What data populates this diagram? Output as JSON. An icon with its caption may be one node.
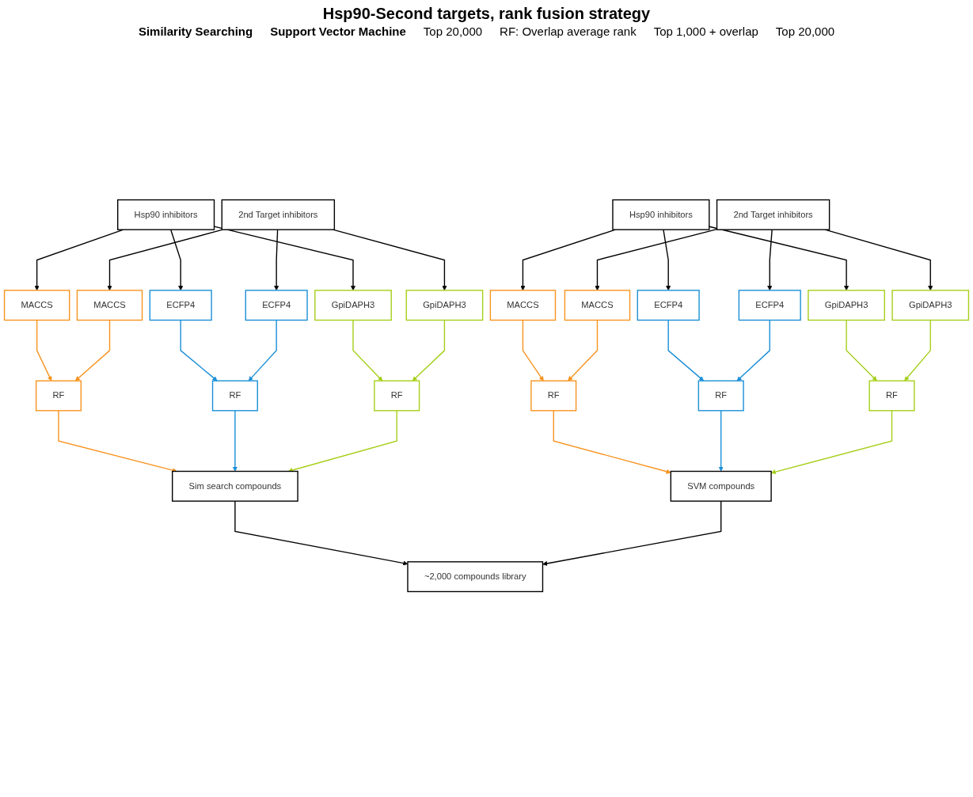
{
  "diagram": {
    "title": "Hsp90-Second targets, rank fusion strategy",
    "nodes": [
      {
        "text": [
          "Hsp90 inhibitors"
        ]
      },
      {
        "text": [
          "2nd Target inhibitors"
        ]
      },
      {
        "text": [
          "MACCS"
        ]
      },
      {
        "text": [
          "ECFP4"
        ]
      },
      {
        "text": [
          "GpiDAPH3"
        ]
      },
      {
        "text": [
          "MACCS"
        ]
      },
      {
        "text": [
          "ECFP4"
        ]
      },
      {
        "text": [
          "GpiDAPH3"
        ]
      },
      {
        "text": [
          "RF"
        ]
      },
      {
        "text": [
          "RF"
        ]
      },
      {
        "text": [
          "RF"
        ]
      },
      {
        "text": [
          "Sim search compounds"
        ]
      },
      {
        "text": [
          "Hsp90 inhibitors"
        ]
      },
      {
        "text": [
          "2nd Target inhibitors"
        ]
      },
      {
        "text": [
          "MACCS"
        ]
      },
      {
        "text": [
          "ECFP4"
        ]
      },
      {
        "text": [
          "GpiDAPH3"
        ]
      },
      {
        "text": [
          "MACCS"
        ]
      },
      {
        "text": [
          "ECFP4"
        ]
      },
      {
        "text": [
          "GpiDAPH3"
        ]
      },
      {
        "text": [
          "RF"
        ]
      },
      {
        "text": [
          "RF"
        ]
      },
      {
        "text": [
          "RF"
        ]
      },
      {
        "text": [
          "SVM compounds"
        ]
      },
      {
        "text": [
          "~2,000 compounds library"
        ]
      }
    ],
    "edges": [
      {
        "from": 0,
        "to": 2,
        "arrow": "to"
      },
      {
        "from": 0,
        "to": 3,
        "arrow": "to"
      },
      {
        "from": 0,
        "to": 4,
        "arrow": "to"
      },
      {
        "from": 1,
        "to": 5,
        "arrow": "to"
      },
      {
        "from": 1,
        "to": 6,
        "arrow": "to"
      },
      {
        "from": 1,
        "to": 7,
        "arrow": "to"
      },
      {
        "from": 2,
        "to": 8,
        "arrow": "to",
        "color": "#f7931e"
      },
      {
        "from": 5,
        "to": 8,
        "arrow": "to",
        "color": "#f7931e"
      },
      {
        "from": 3,
        "to": 9,
        "arrow": "to",
        "color": "#1a8fd6"
      },
      {
        "from": 6,
        "to": 9,
        "arrow": "to",
        "color": "#1a8fd6"
      },
      {
        "from": 4,
        "to": 10,
        "arrow": "to",
        "color": "#a5cf19"
      },
      {
        "from": 7,
        "to": 10,
        "arrow": "to",
        "color": "#a5cf19"
      },
      {
        "from": 8,
        "to": 11,
        "arrow": "to",
        "color": "#f7931e"
      },
      {
        "from": 9,
        "to": 11,
        "arrow": "to",
        "color": "#1a8fd6"
      },
      {
        "from": 10,
        "to": 11,
        "arrow": "to",
        "color": "#a5cf19"
      },
      {
        "from": 12,
        "to": 14,
        "arrow": "to"
      },
      {
        "from": 12,
        "to": 15,
        "arrow": "to"
      },
      {
        "from": 12,
        "to": 16,
        "arrow": "to"
      },
      {
        "from": 13,
        "to": 17,
        "arrow": "to"
      },
      {
        "from": 13,
        "to": 18,
        "arrow": "to"
      },
      {
        "from": 13,
        "to": 19,
        "arrow": "to"
      },
      {
        "from": 14,
        "to": 20,
        "arrow": "to",
        "color": "#f7931e"
      },
      {
        "from": 17,
        "to": 20,
        "arrow": "to",
        "color": "#f7931e"
      },
      {
        "from": 15,
        "to": 21,
        "arrow": "to",
        "color": "#1a8fd6"
      },
      {
        "from": 18,
        "to": 21,
        "arrow": "to",
        "color": "#1a8fd6"
      },
      {
        "from": 16,
        "to": 22,
        "arrow": "to",
        "color": "#a5cf19"
      },
      {
        "from": 19,
        "to": 22,
        "arrow": "to",
        "color": "#a5cf19"
      },
      {
        "from": 20,
        "to": 23,
        "arrow": "to",
        "color": "#f7931e"
      },
      {
        "from": 21,
        "to": 23,
        "arrow": "to",
        "color": "#1a8fd6"
      },
      {
        "from": 22,
        "to": 23,
        "arrow": "to",
        "color": "#a5cf19"
      },
      {
        "from": 11,
        "to": 24,
        "arrow": "to"
      },
      {
        "from": 23,
        "to": 24,
        "arrow": "to"
      }
    ],
    "labels": [
      "Similarity Searching",
      "Support Vector Machine",
      "Top 20,000",
      "RF: Overlap average rank",
      "Top 1,000 + overlap",
      "Top 20,000"
    ]
  }
}
